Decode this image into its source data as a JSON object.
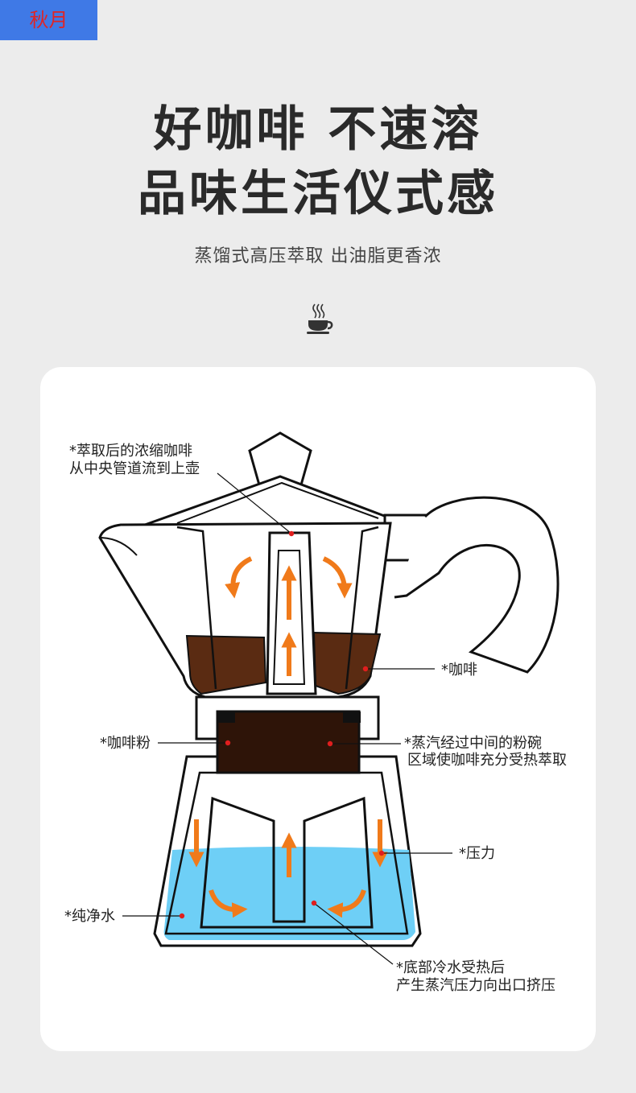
{
  "tag": "秋月",
  "headline": {
    "line1": "好咖啡 不速溶",
    "line2": "品味生活仪式感"
  },
  "subtitle": "蒸馏式高压萃取 出油脂更香浓",
  "icon": "coffee-cup-icon",
  "colors": {
    "water": "#6ecff6",
    "coffee": "#5a2b12",
    "grounds": "#2e1408",
    "arrow": "#f07a1a",
    "dot": "#e01e1e"
  },
  "labels": {
    "top": {
      "line1": "*萃取后的浓缩咖啡",
      "line2": "从中央管道流到上壶"
    },
    "coffee": "*咖啡",
    "grounds": "*咖啡粉",
    "steam": {
      "line1": "*蒸汽经过中间的粉碗",
      "line2": "区域使咖啡充分受热萃取"
    },
    "pressure": "*压力",
    "water": "*纯净水",
    "bottom": {
      "line1": "*底部冷水受热后",
      "line2": "产生蒸汽压力向出口挤压"
    }
  }
}
